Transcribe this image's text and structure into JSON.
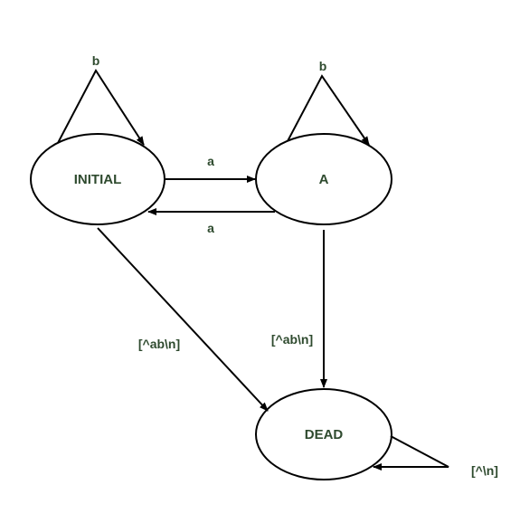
{
  "diagram": {
    "states": {
      "initial": "INITIAL",
      "a": "A",
      "dead": "DEAD"
    },
    "edges": {
      "initial_self": "b",
      "a_self": "b",
      "initial_to_a": "a",
      "a_to_initial": "a",
      "initial_to_dead": "[^ab\\n]",
      "a_to_dead": "[^ab\\n]",
      "dead_self": "[^\\n]"
    },
    "colors": {
      "text": "#2e4a2e",
      "stroke": "#000000",
      "fill": "#ffffff"
    }
  }
}
